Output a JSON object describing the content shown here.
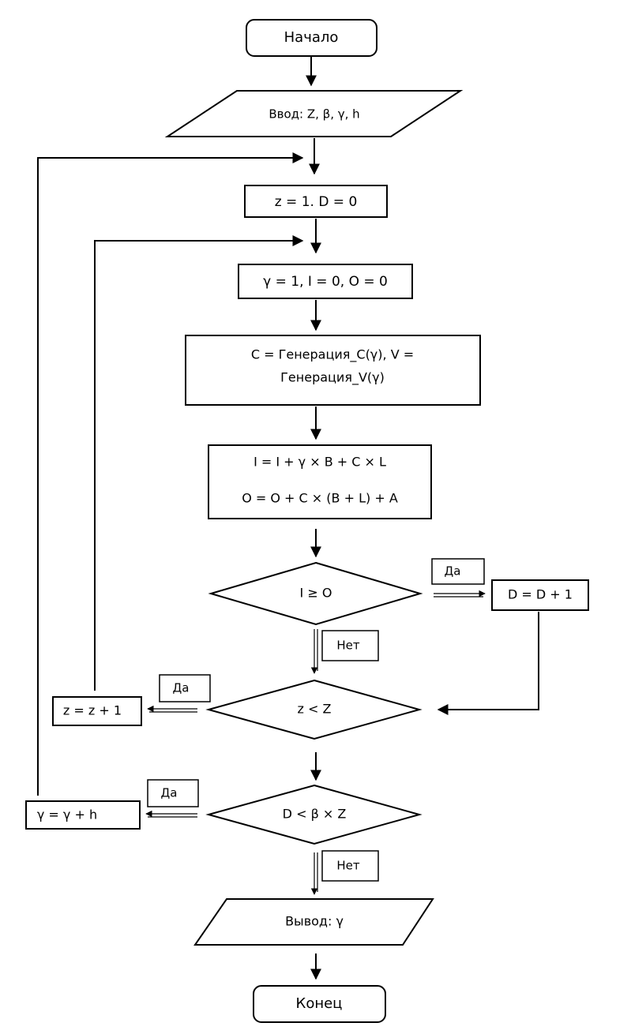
{
  "nodes": {
    "start": "Начало",
    "input": "Ввод: Z, β, γ, h",
    "init_z": "z = 1. D = 0",
    "init_y": "γ = 1, I = 0, O = 0",
    "gen_line1": "C = Генерация_C(γ), V =",
    "gen_line2": "Генерация_V(γ)",
    "calc_line1": "I = I + γ × B + C × L",
    "calc_line2": "O = O + C × (B + L) + A",
    "cond1": "I ≥ O",
    "inc_d": "D = D + 1",
    "cond2": "z < Z",
    "inc_z": "z = z + 1",
    "cond3": "D < β × Z",
    "inc_y": "γ = γ + h",
    "output": "Вывод: γ",
    "end": "Конец"
  },
  "labels": {
    "yes1": "Да",
    "no1": "Нет",
    "yes2": "Да",
    "yes3": "Да",
    "no3": "Нет"
  }
}
